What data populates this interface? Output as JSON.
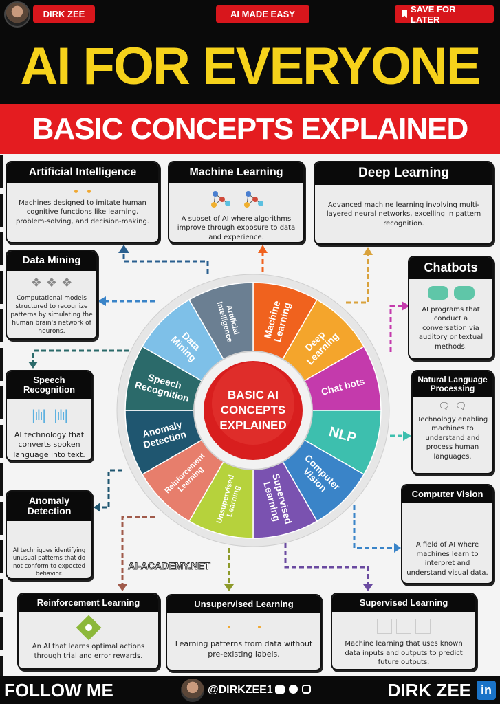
{
  "header": {
    "author_button": "DIRK ZEE",
    "series_button": "AI MADE EASY",
    "save_button": "SAVE FOR LATER",
    "title": "AI FOR EVERYONE",
    "subtitle": "BASIC CONCEPTS EXPLAINED"
  },
  "wheel": {
    "center": [
      "BASIC AI",
      "CONCEPTS",
      "EXPLAINED"
    ],
    "segments": [
      {
        "label": [
          "Machine",
          "Learning"
        ],
        "color": "#f0621e"
      },
      {
        "label": [
          "Deep",
          "Learning"
        ],
        "color": "#f4a52c"
      },
      {
        "label": [
          "Chat bots"
        ],
        "color": "#c43aac"
      },
      {
        "label": [
          "NLP"
        ],
        "color": "#3dbfae"
      },
      {
        "label": [
          "Computer",
          "Vision"
        ],
        "color": "#3a84c8"
      },
      {
        "label": [
          "Supervised",
          "Learning"
        ],
        "color": "#7a52b0"
      },
      {
        "label": [
          "Unsupervised",
          "Learning"
        ],
        "color": "#b6d23c"
      },
      {
        "label": [
          "Reinforcement",
          "Learning"
        ],
        "color": "#e77e6c"
      },
      {
        "label": [
          "Anomaly",
          "Detection"
        ],
        "color": "#1f5670"
      },
      {
        "label": [
          "Speech",
          "Recognition"
        ],
        "color": "#2b6a6a"
      },
      {
        "label": [
          "Data",
          "Mining"
        ],
        "color": "#7ec0e8"
      },
      {
        "label": [
          "Artificial",
          "Intelligence"
        ],
        "color": "#6b7f92"
      }
    ]
  },
  "cards": {
    "ai": {
      "title": "Artificial Intelligence",
      "text": "Machines designed to imitate human cognitive functions like learning, problem-solving, and decision-making."
    },
    "ml": {
      "title": "Machine Learning",
      "text": "A subset of AI where algorithms improve through exposure to data and experience."
    },
    "dl": {
      "title": "Deep Learning",
      "text": "Advanced machine learning involving multi-layered neural networks, excelling in pattern recognition."
    },
    "dm": {
      "title": "Data Mining",
      "text": "Computational models structured to recognize patterns by simulating the human brain's network of neurons."
    },
    "sr": {
      "title": "Speech Recognition",
      "text": "AI technology that converts spoken language into text."
    },
    "ad": {
      "title": "Anomaly Detection",
      "text": "AI techniques identifying unusual patterns that do not conform to expected behavior."
    },
    "cb": {
      "title": "Chatbots",
      "text": "AI programs that conduct a conversation via auditory or textual methods."
    },
    "nlp": {
      "title": "Natural Language Processing",
      "text": "Technology enabling machines to understand and process human languages."
    },
    "cv": {
      "title": "Computer Vision",
      "text": "A field of AI where machines learn to interpret and understand visual data."
    },
    "rl": {
      "title": "Reinforcement Learning",
      "text": "An AI that learns optimal actions through trial and error rewards."
    },
    "ul": {
      "title": "Unsupervised Learning",
      "text": "Learning patterns from data without pre-existing labels."
    },
    "sl": {
      "title": "Supervised Learning",
      "text": "Machine learning that uses known data inputs and outputs to predict future outputs."
    }
  },
  "watermark": "AI-ACADEMY.NET",
  "footer": {
    "follow": "FOLLOW ME",
    "handle": "@DIRKZEE1",
    "name": "DIRK ZEE",
    "linkedin": "in"
  },
  "colors": {
    "accent_red": "#e41c20",
    "title_yellow": "#f6d21b"
  }
}
